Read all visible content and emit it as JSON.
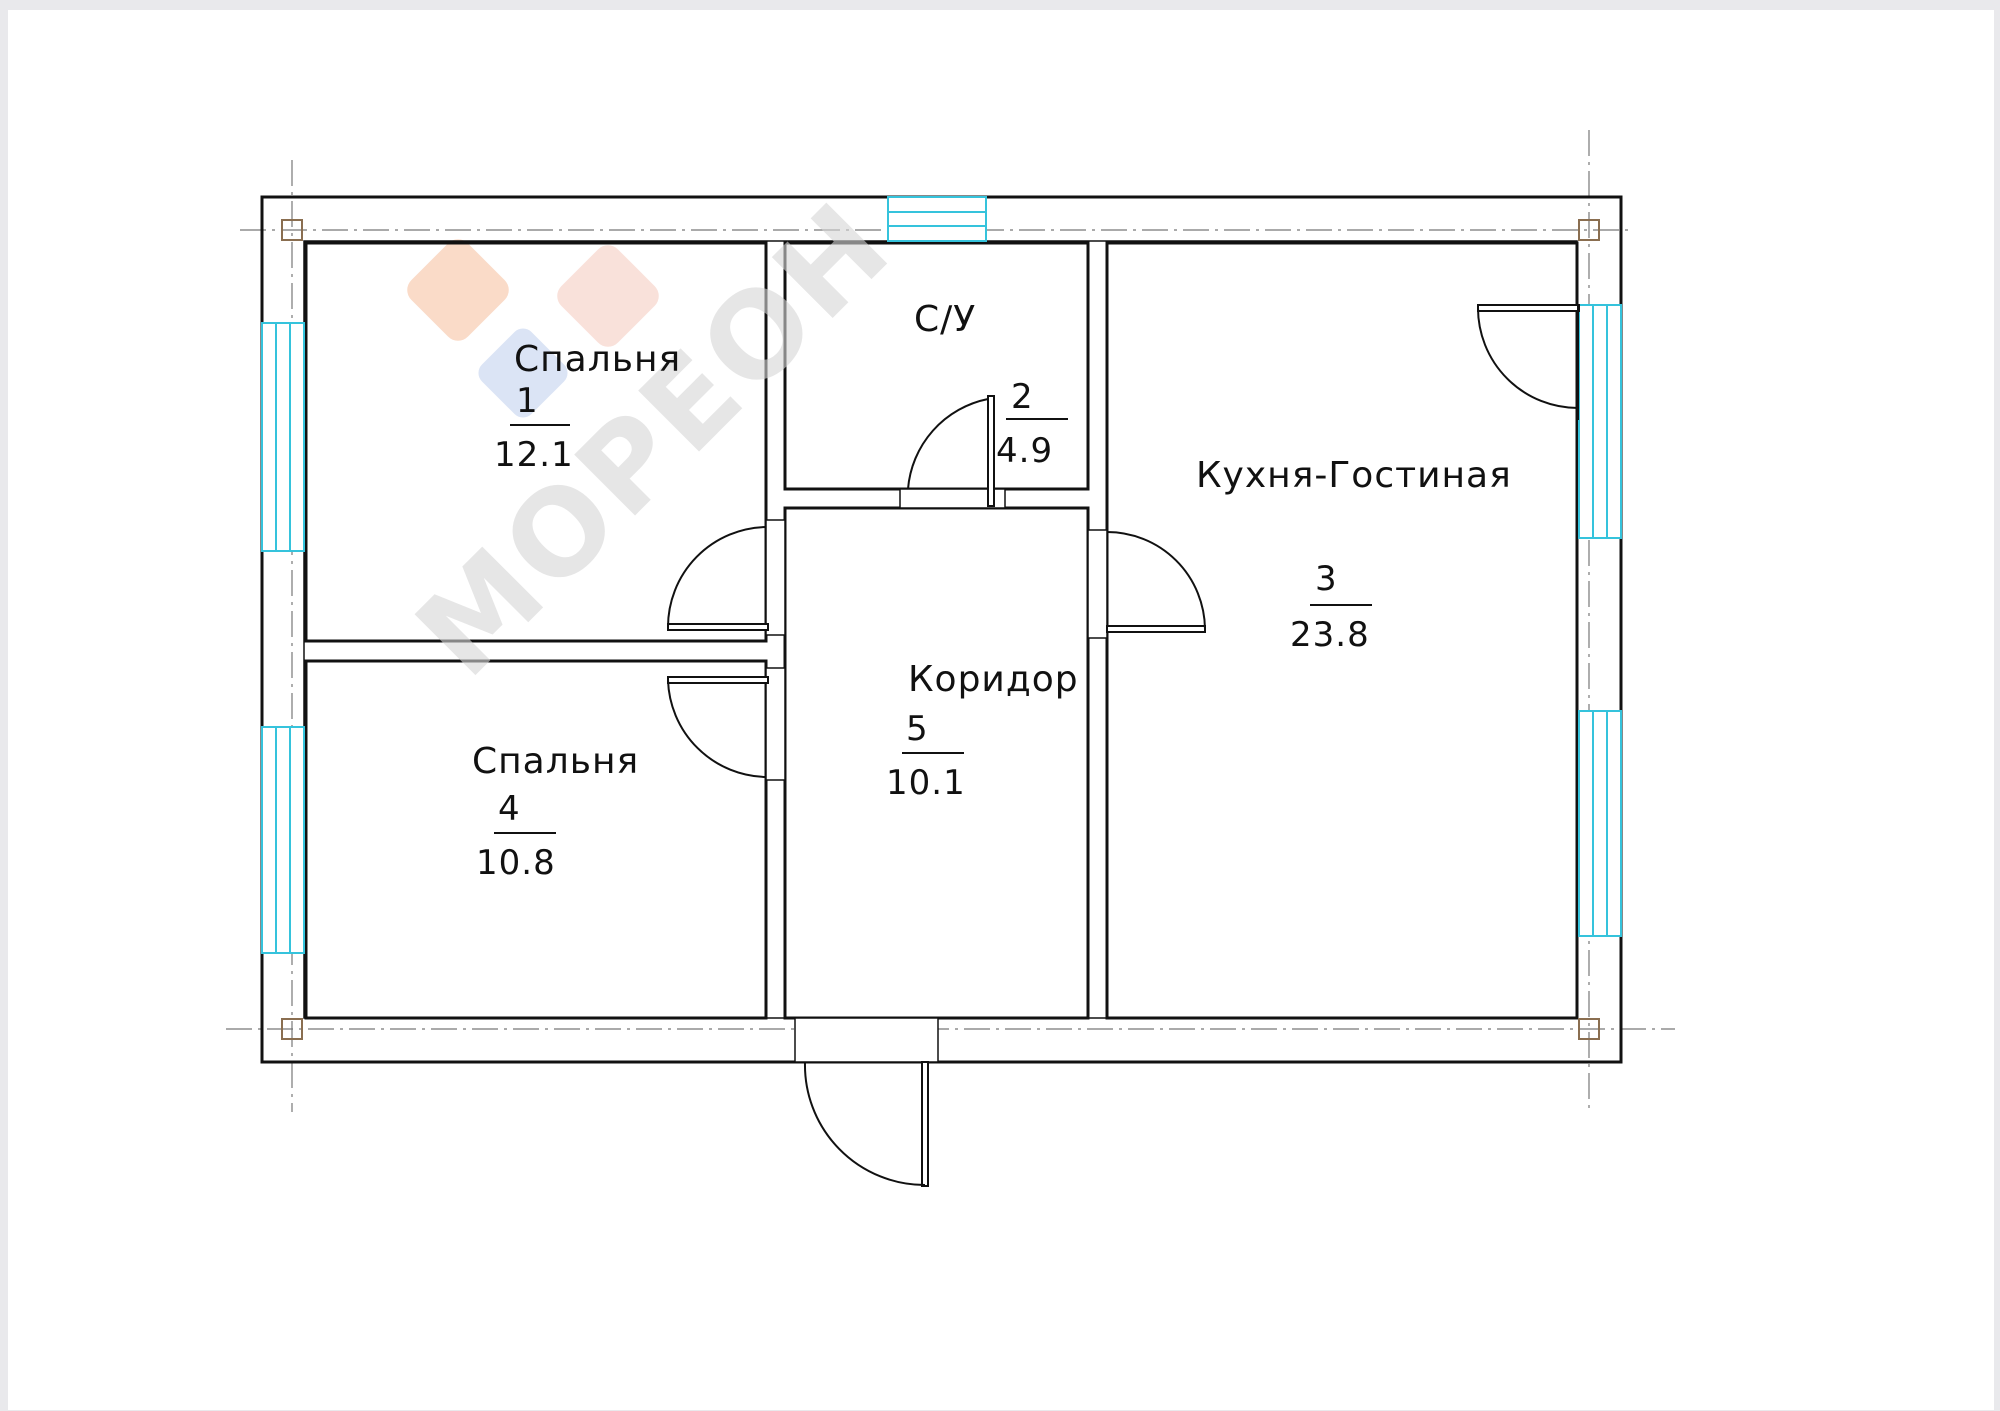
{
  "watermark": {
    "text": "МОРЕОН",
    "colors": {
      "orange": "#f4a77a",
      "salmon": "#f0b7a6",
      "blue": "#9fb8e6",
      "text": "#cfcfcf"
    }
  },
  "colors": {
    "wall": "#111111",
    "window": "#35c3dc",
    "axis": "#777777"
  },
  "rooms": [
    {
      "id": "bedroom-1",
      "name": "Спальня",
      "number": "1",
      "area": "12.1"
    },
    {
      "id": "bathroom",
      "name": "С/У",
      "number": "2",
      "area": "4.9"
    },
    {
      "id": "kitchen-living",
      "name": "Кухня-Гостиная",
      "number": "3",
      "area": "23.8"
    },
    {
      "id": "bedroom-4",
      "name": "Спальня",
      "number": "4",
      "area": "10.8"
    },
    {
      "id": "corridor",
      "name": "Коридор",
      "number": "5",
      "area": "10.1"
    }
  ]
}
